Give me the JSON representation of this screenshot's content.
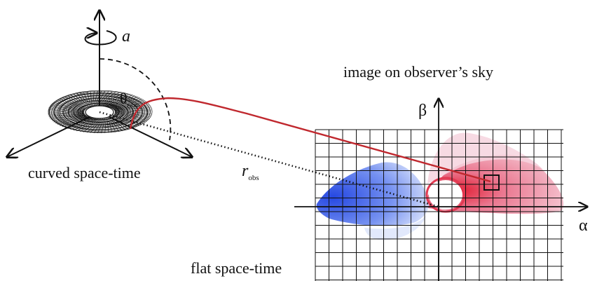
{
  "labels": {
    "image_on_observers_sky": "image on observer’s sky",
    "curved_space_time": "curved space-time",
    "flat_space_time": "flat space-time",
    "spin": "a",
    "theta": "θ",
    "theta_sub": "obs",
    "r": "r",
    "r_sub": "obs",
    "beta_axis": "β",
    "alpha_axis": "α"
  },
  "colors": {
    "ray": "#c0282e",
    "blueshift": "#1a3ee0",
    "redshift": "#e0142a",
    "grid": "#111111"
  }
}
